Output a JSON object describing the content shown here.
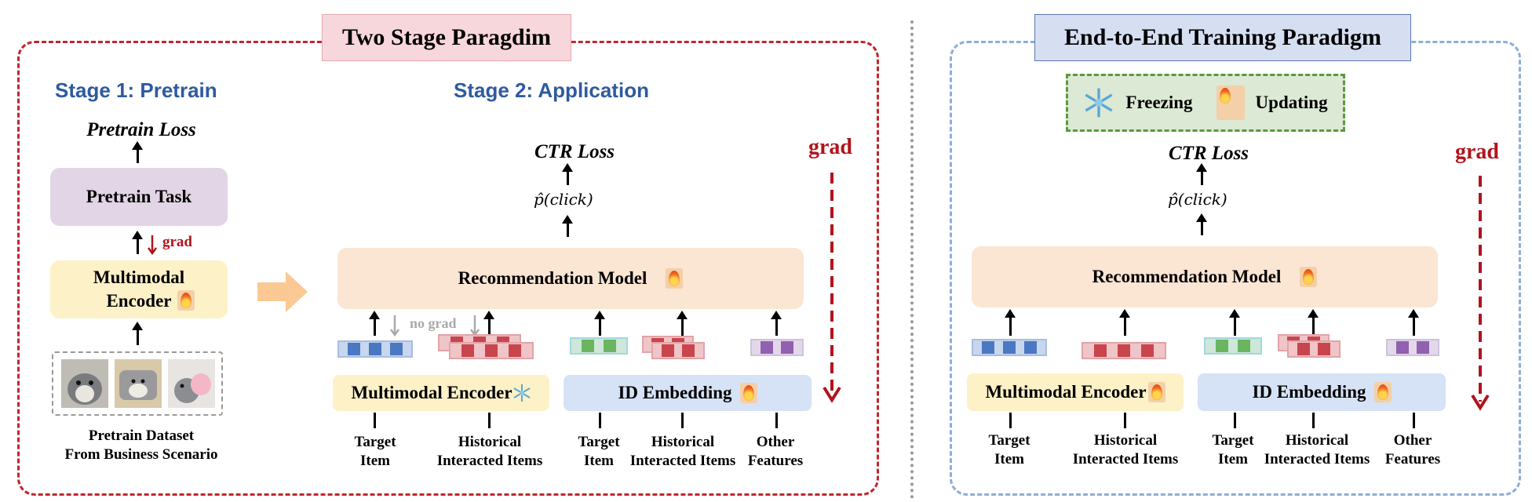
{
  "left_panel": {
    "title": "Two Stage Paragdim",
    "stage1": {
      "heading": "Stage 1: Pretrain",
      "loss": "Pretrain Loss",
      "task": "Pretrain Task",
      "grad": "grad",
      "encoder": "Multimodal Encoder",
      "dataset_line1": "Pretrain Dataset",
      "dataset_line2": "From Business Scenario"
    },
    "stage2": {
      "heading": "Stage 2: Application",
      "loss": "CTR Loss",
      "pclick": "p̂(click)",
      "model": "Recommendation Model",
      "no_grad": "no grad",
      "encoder": "Multimodal Encoder",
      "id_embedding": "ID Embedding",
      "grad": "grad",
      "inputs": [
        {
          "line1": "Target",
          "line2": "Item"
        },
        {
          "line1": "Historical",
          "line2": "Interacted Items"
        },
        {
          "line1": "Target",
          "line2": "Item"
        },
        {
          "line1": "Historical",
          "line2": "Interacted Items"
        },
        {
          "line1": "Other",
          "line2": "Features"
        }
      ]
    }
  },
  "right_panel": {
    "title": "End-to-End Training Paradigm",
    "legend": {
      "freezing": "Freezing",
      "updating": "Updating"
    },
    "loss": "CTR Loss",
    "pclick": "p̂(click)",
    "model": "Recommendation Model",
    "encoder": "Multimodal Encoder",
    "id_embedding": "ID Embedding",
    "grad": "grad",
    "inputs": [
      {
        "line1": "Target",
        "line2": "Item"
      },
      {
        "line1": "Historical",
        "line2": "Interacted Items"
      },
      {
        "line1": "Target",
        "line2": "Item"
      },
      {
        "line1": "Historical",
        "line2": "Interacted Items"
      },
      {
        "line1": "Other",
        "line2": "Features"
      }
    ]
  },
  "colors": {
    "red_frame": "#c0262f",
    "blue_frame": "#8eaed8",
    "stage_heading": "#2e5aa0",
    "encoder_fill": "#fdf1c7",
    "task_fill": "#e2d5e6",
    "model_fill": "#fbe5d3",
    "id_fill": "#d6e2f5",
    "legend_fill": "#dce9d5",
    "legend_border": "#5a9a3c",
    "grad_red": "#b0141c"
  }
}
